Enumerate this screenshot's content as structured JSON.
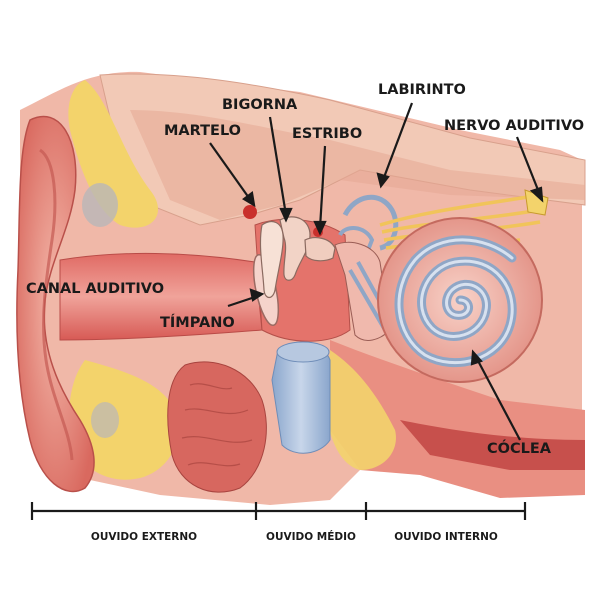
{
  "labels": {
    "bigorna": "BIGORNA",
    "labirinto": "LABIRINTO",
    "martelo": "MARTELO",
    "estribo": "ESTRIBO",
    "nervo_auditivo": "NERVO AUDITIVO",
    "canal_auditivo": "CANAL AUDITIVO",
    "timpano": "TÍMPANO",
    "coclea": "CÓCLEA"
  },
  "sections": {
    "externo": "OUVIDO EXTERNO",
    "medio": "OUVIDO MÉDIO",
    "interno": "OUVIDO INTERNO"
  },
  "colors": {
    "tissue": "#e8877a",
    "tissue_light": "#f2b3a6",
    "tissue_dark": "#c85a52",
    "bone": "#f0c9b4",
    "fat": "#f3d36b",
    "vessel": "#9fb7d6",
    "text": "#1a1a1a"
  }
}
